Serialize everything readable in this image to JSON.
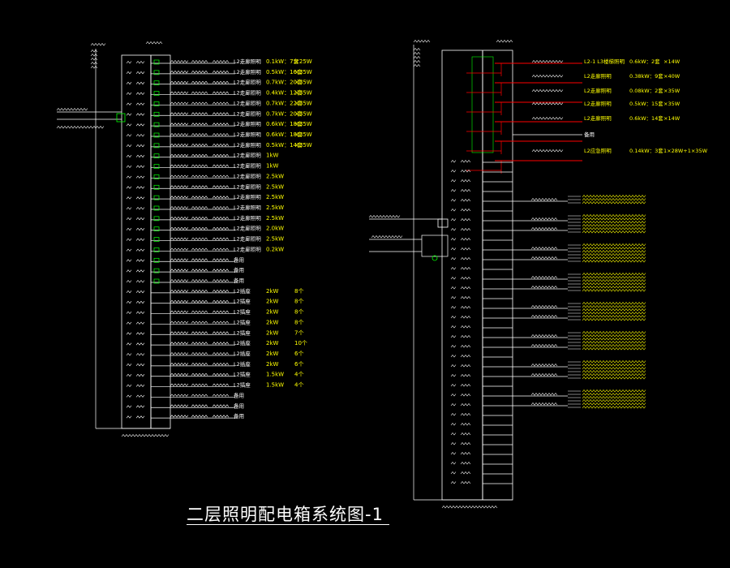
{
  "title": "二层照明配电箱系统图-1",
  "colors": {
    "background": "#000000",
    "line": "#ffffff",
    "label": "#ffff00",
    "breaker": "#00ff00",
    "red": "#ff0000"
  },
  "left_panel": {
    "circuits": [
      {
        "desc": "L2走廊照明",
        "load": "0.1kW：7套",
        "note": "×25W"
      },
      {
        "desc": "L2走廊照明",
        "load": "0.5kW：16套",
        "note": "×35W"
      },
      {
        "desc": "L2走廊照明",
        "load": "0.7kW：20套",
        "note": "×35W"
      },
      {
        "desc": "L2走廊照明",
        "load": "0.4kW：12套",
        "note": "×35W"
      },
      {
        "desc": "L2走廊照明",
        "load": "0.7kW：22套",
        "note": "×35W"
      },
      {
        "desc": "L2走廊照明",
        "load": "0.7kW：20套",
        "note": "×35W"
      },
      {
        "desc": "L2走廊照明",
        "load": "0.6kW：18套",
        "note": "×35W"
      },
      {
        "desc": "L2走廊照明",
        "load": "0.6kW：18套",
        "note": "×35W"
      },
      {
        "desc": "L2走廊照明",
        "load": "0.5kW：14套",
        "note": "×35W"
      },
      {
        "desc": "L2走廊照明",
        "load": "1kW",
        "note": ""
      },
      {
        "desc": "L2走廊照明",
        "load": "1kW",
        "note": ""
      },
      {
        "desc": "L2走廊照明",
        "load": "2.5kW",
        "note": ""
      },
      {
        "desc": "L2走廊照明",
        "load": "2.5kW",
        "note": ""
      },
      {
        "desc": "L2走廊照明",
        "load": "2.5kW",
        "note": ""
      },
      {
        "desc": "L2走廊照明",
        "load": "2.5kW",
        "note": ""
      },
      {
        "desc": "L2走廊照明",
        "load": "2.5kW",
        "note": ""
      },
      {
        "desc": "L2走廊照明",
        "load": "2.0kW",
        "note": ""
      },
      {
        "desc": "L2走廊照明",
        "load": "2.5kW",
        "note": ""
      },
      {
        "desc": "L2走廊照明",
        "load": "0.2kW",
        "note": ""
      },
      {
        "desc": "备用",
        "load": "",
        "note": ""
      },
      {
        "desc": "备用",
        "load": "",
        "note": ""
      },
      {
        "desc": "备用",
        "load": "",
        "note": ""
      },
      {
        "desc": "L2插座",
        "load": "2kW",
        "note": "8个"
      },
      {
        "desc": "L2插座",
        "load": "2kW",
        "note": "8个"
      },
      {
        "desc": "L2插座",
        "load": "2kW",
        "note": "8个"
      },
      {
        "desc": "L2插座",
        "load": "2kW",
        "note": "8个"
      },
      {
        "desc": "L2插座",
        "load": "2kW",
        "note": "7个"
      },
      {
        "desc": "L2插座",
        "load": "2kW",
        "note": "10个"
      },
      {
        "desc": "L2插座",
        "load": "2kW",
        "note": "6个"
      },
      {
        "desc": "L2插座",
        "load": "2kW",
        "note": "6个"
      },
      {
        "desc": "L2插座",
        "load": "1.5kW",
        "note": "4个"
      },
      {
        "desc": "L2插座",
        "load": "1.5kW",
        "note": "4个"
      },
      {
        "desc": "备用",
        "load": "",
        "note": ""
      },
      {
        "desc": "备用",
        "load": "",
        "note": ""
      },
      {
        "desc": "备用",
        "load": "",
        "note": ""
      }
    ]
  },
  "right_panel": {
    "circuits": [
      {
        "desc": "L2-1 L3楼梯照明",
        "load": "0.6kW：2套",
        "note": "×14W"
      },
      {
        "desc": "L2走廊照明",
        "load": "0.38kW：9套",
        "note": "×40W"
      },
      {
        "desc": "L2走廊照明",
        "load": "0.08kW：2套",
        "note": "×35W"
      },
      {
        "desc": "L2走廊照明",
        "load": "0.5kW：15套",
        "note": "×35W"
      },
      {
        "desc": "L2走廊照明",
        "load": "0.6kW：14套",
        "note": "×14W"
      },
      {
        "desc": "备用",
        "load": "",
        "note": ""
      },
      {
        "desc": "L2应急照明",
        "load": "0.14kW：3套",
        "note": "1×28W+1×35W"
      }
    ]
  }
}
